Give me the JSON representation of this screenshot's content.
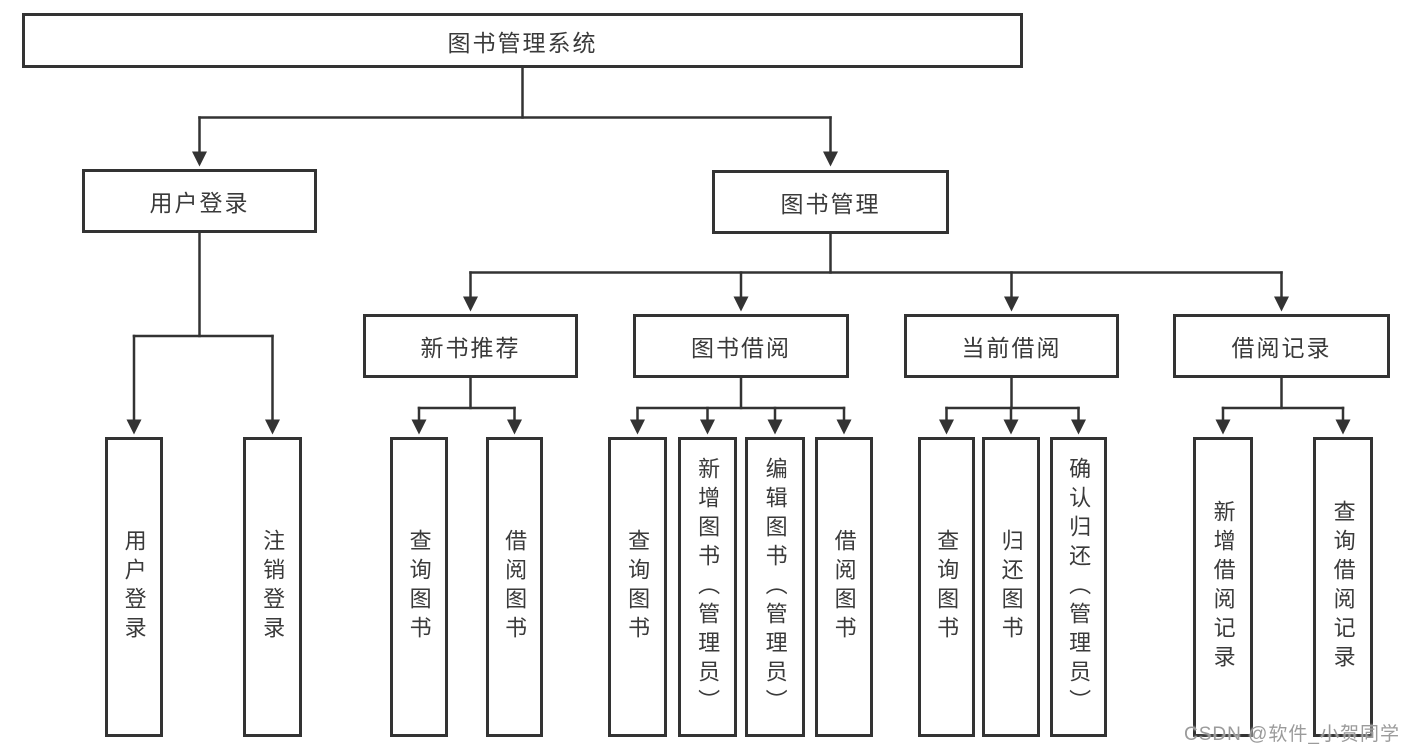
{
  "diagram": {
    "type": "hierarchy-tree",
    "line_color": "#333333",
    "box_fill": "#ffffff",
    "text_color": "#3a3a3a",
    "tree": {
      "root": {
        "label": "图书管理系统"
      },
      "user_login": {
        "label": "用户登录",
        "children": [
          {
            "label": "用户登录"
          },
          {
            "label": "注销登录"
          }
        ]
      },
      "book_management": {
        "label": "图书管理",
        "children": [
          {
            "label": "新书推荐",
            "children": [
              {
                "label": "查询图书"
              },
              {
                "label": "借阅图书"
              }
            ]
          },
          {
            "label": "图书借阅",
            "children": [
              {
                "label": "查询图书"
              },
              {
                "label": "新增图书（管理员）"
              },
              {
                "label": "编辑图书（管理员）"
              },
              {
                "label": "借阅图书"
              }
            ]
          },
          {
            "label": "当前借阅",
            "children": [
              {
                "label": "查询图书"
              },
              {
                "label": "归还图书"
              },
              {
                "label": "确认归还（管理员）"
              }
            ]
          },
          {
            "label": "借阅记录",
            "children": [
              {
                "label": "新增借阅记录"
              },
              {
                "label": "查询借阅记录"
              }
            ]
          }
        ]
      }
    }
  },
  "watermark": "CSDN @软件_小贺同学"
}
